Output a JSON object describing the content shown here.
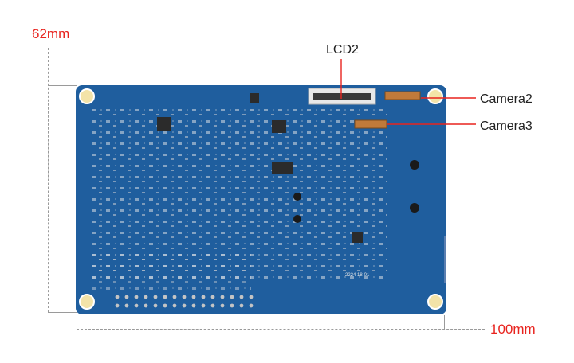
{
  "dimensions": {
    "height": "62mm",
    "width": "100mm"
  },
  "callouts": {
    "lcd": "LCD2",
    "camera2": "Camera2",
    "camera3": "Camera3"
  },
  "board_print": {
    "rev": "2224 18-01"
  },
  "colors": {
    "dimension_text": "#e8231e",
    "pcb": "#1f5e9e",
    "leader_line": "#e8231e"
  }
}
